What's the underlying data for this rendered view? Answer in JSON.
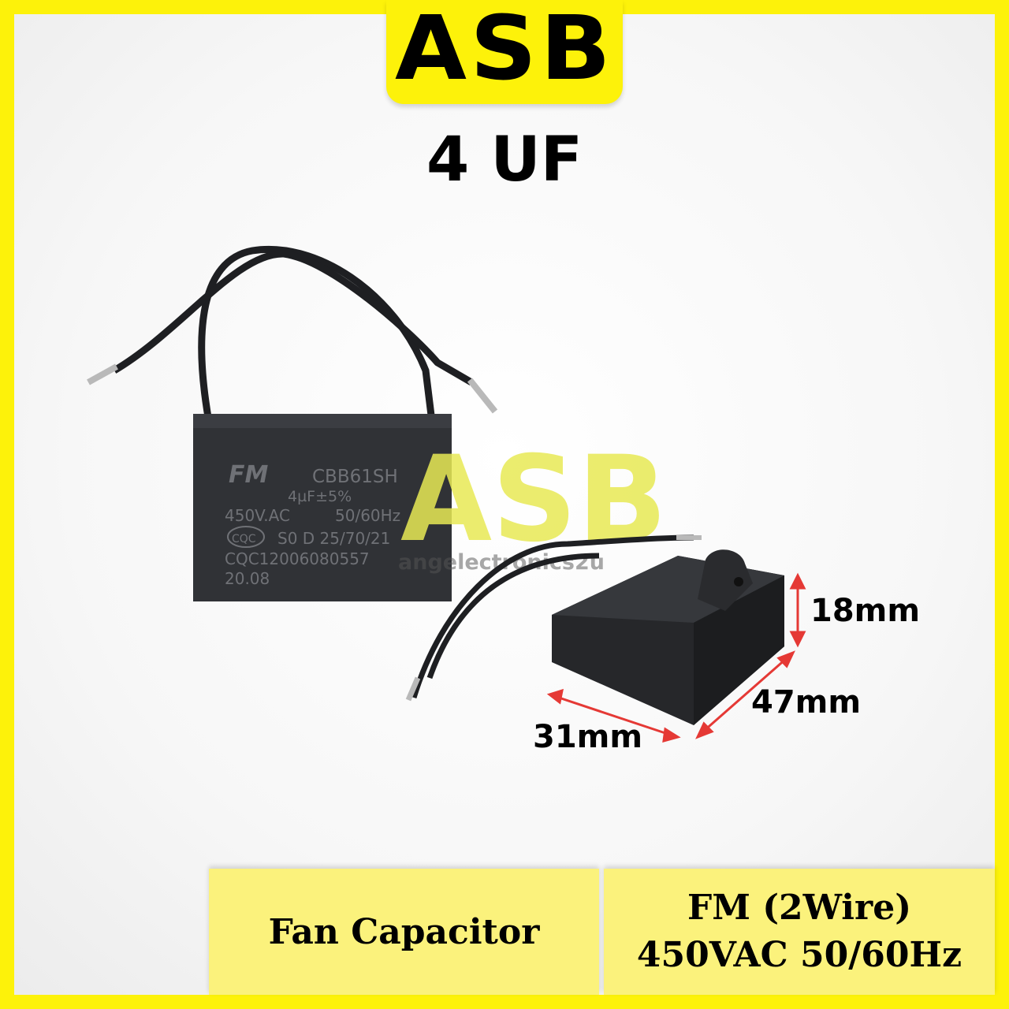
{
  "brand": {
    "logo": "ASB",
    "watermark": "ASB",
    "watermark_site": "angelectronics2u"
  },
  "product": {
    "capacitance_title": "4 UF"
  },
  "capacitor_print": {
    "logo": "FM",
    "model": "CBB61SH",
    "capacitance": "4µF±5%",
    "voltage": "450V.AC",
    "frequency": "50/60Hz",
    "cert": "CQC",
    "class": "S0 D 25/70/21",
    "cert_no": "CQC12006080557",
    "date": "20.08"
  },
  "dimensions": {
    "height": "18mm",
    "length": "47mm",
    "width": "31mm"
  },
  "footer": {
    "name": "Fan Capacitor",
    "spec_line1": "FM (2Wire)",
    "spec_line2": "450VAC 50/60Hz"
  },
  "colors": {
    "brand_yellow": "#fdf20a",
    "arrow_red": "#e53935"
  }
}
